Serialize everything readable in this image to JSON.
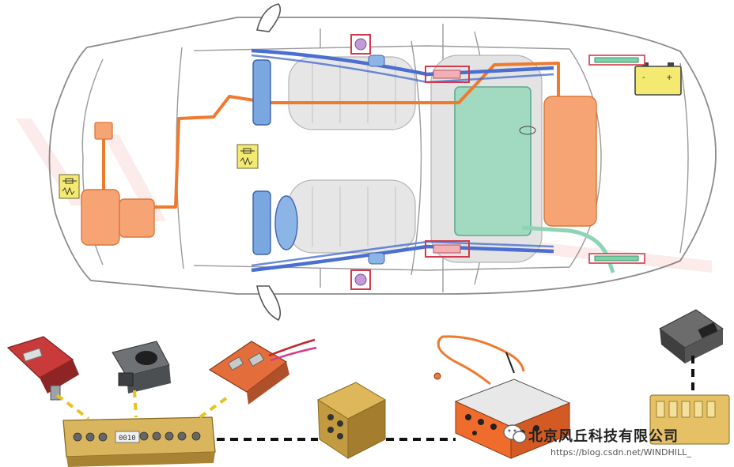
{
  "diagram": {
    "daq_module_label": "0010",
    "watermark": {
      "company": "北京风丘科技有限公司",
      "url": "https://blog.csdn.net/WINDHILL_"
    },
    "colors": {
      "harness_orange": "#ee7a2e",
      "rail_blue": "#4a6fd0",
      "component_orange": "#f7a475",
      "battery_green": "#9fd9c0",
      "sensor_yellow": "#f4ea72",
      "link_dash_yellow": "#e8c21e",
      "link_dash_black": "#111111",
      "marker_red": "#d2394a"
    },
    "icons": [
      "resistor-sensor-icon",
      "battery-icon",
      "wechat-icon"
    ]
  }
}
